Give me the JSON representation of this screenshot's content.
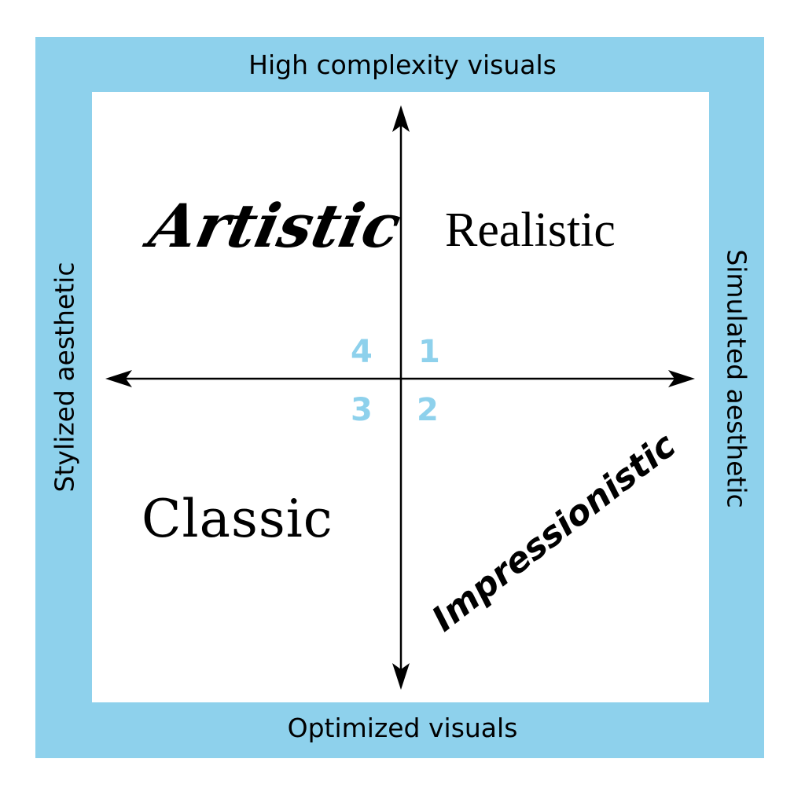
{
  "axes": {
    "top": "High complexity visuals",
    "bottom": "Optimized visuals",
    "left": "Stylized aesthetic",
    "right": "Simulated aesthetic"
  },
  "quadrants": {
    "artistic": "Artistic",
    "realistic": "Realistic",
    "classic": "Classic",
    "impressionistic": "Impressionistic"
  },
  "numbers": {
    "q1": "1",
    "q2": "2",
    "q3": "3",
    "q4": "4"
  },
  "colors": {
    "frame": "#8ed1ec",
    "text": "#000000",
    "numbers": "#8ed1ec"
  }
}
